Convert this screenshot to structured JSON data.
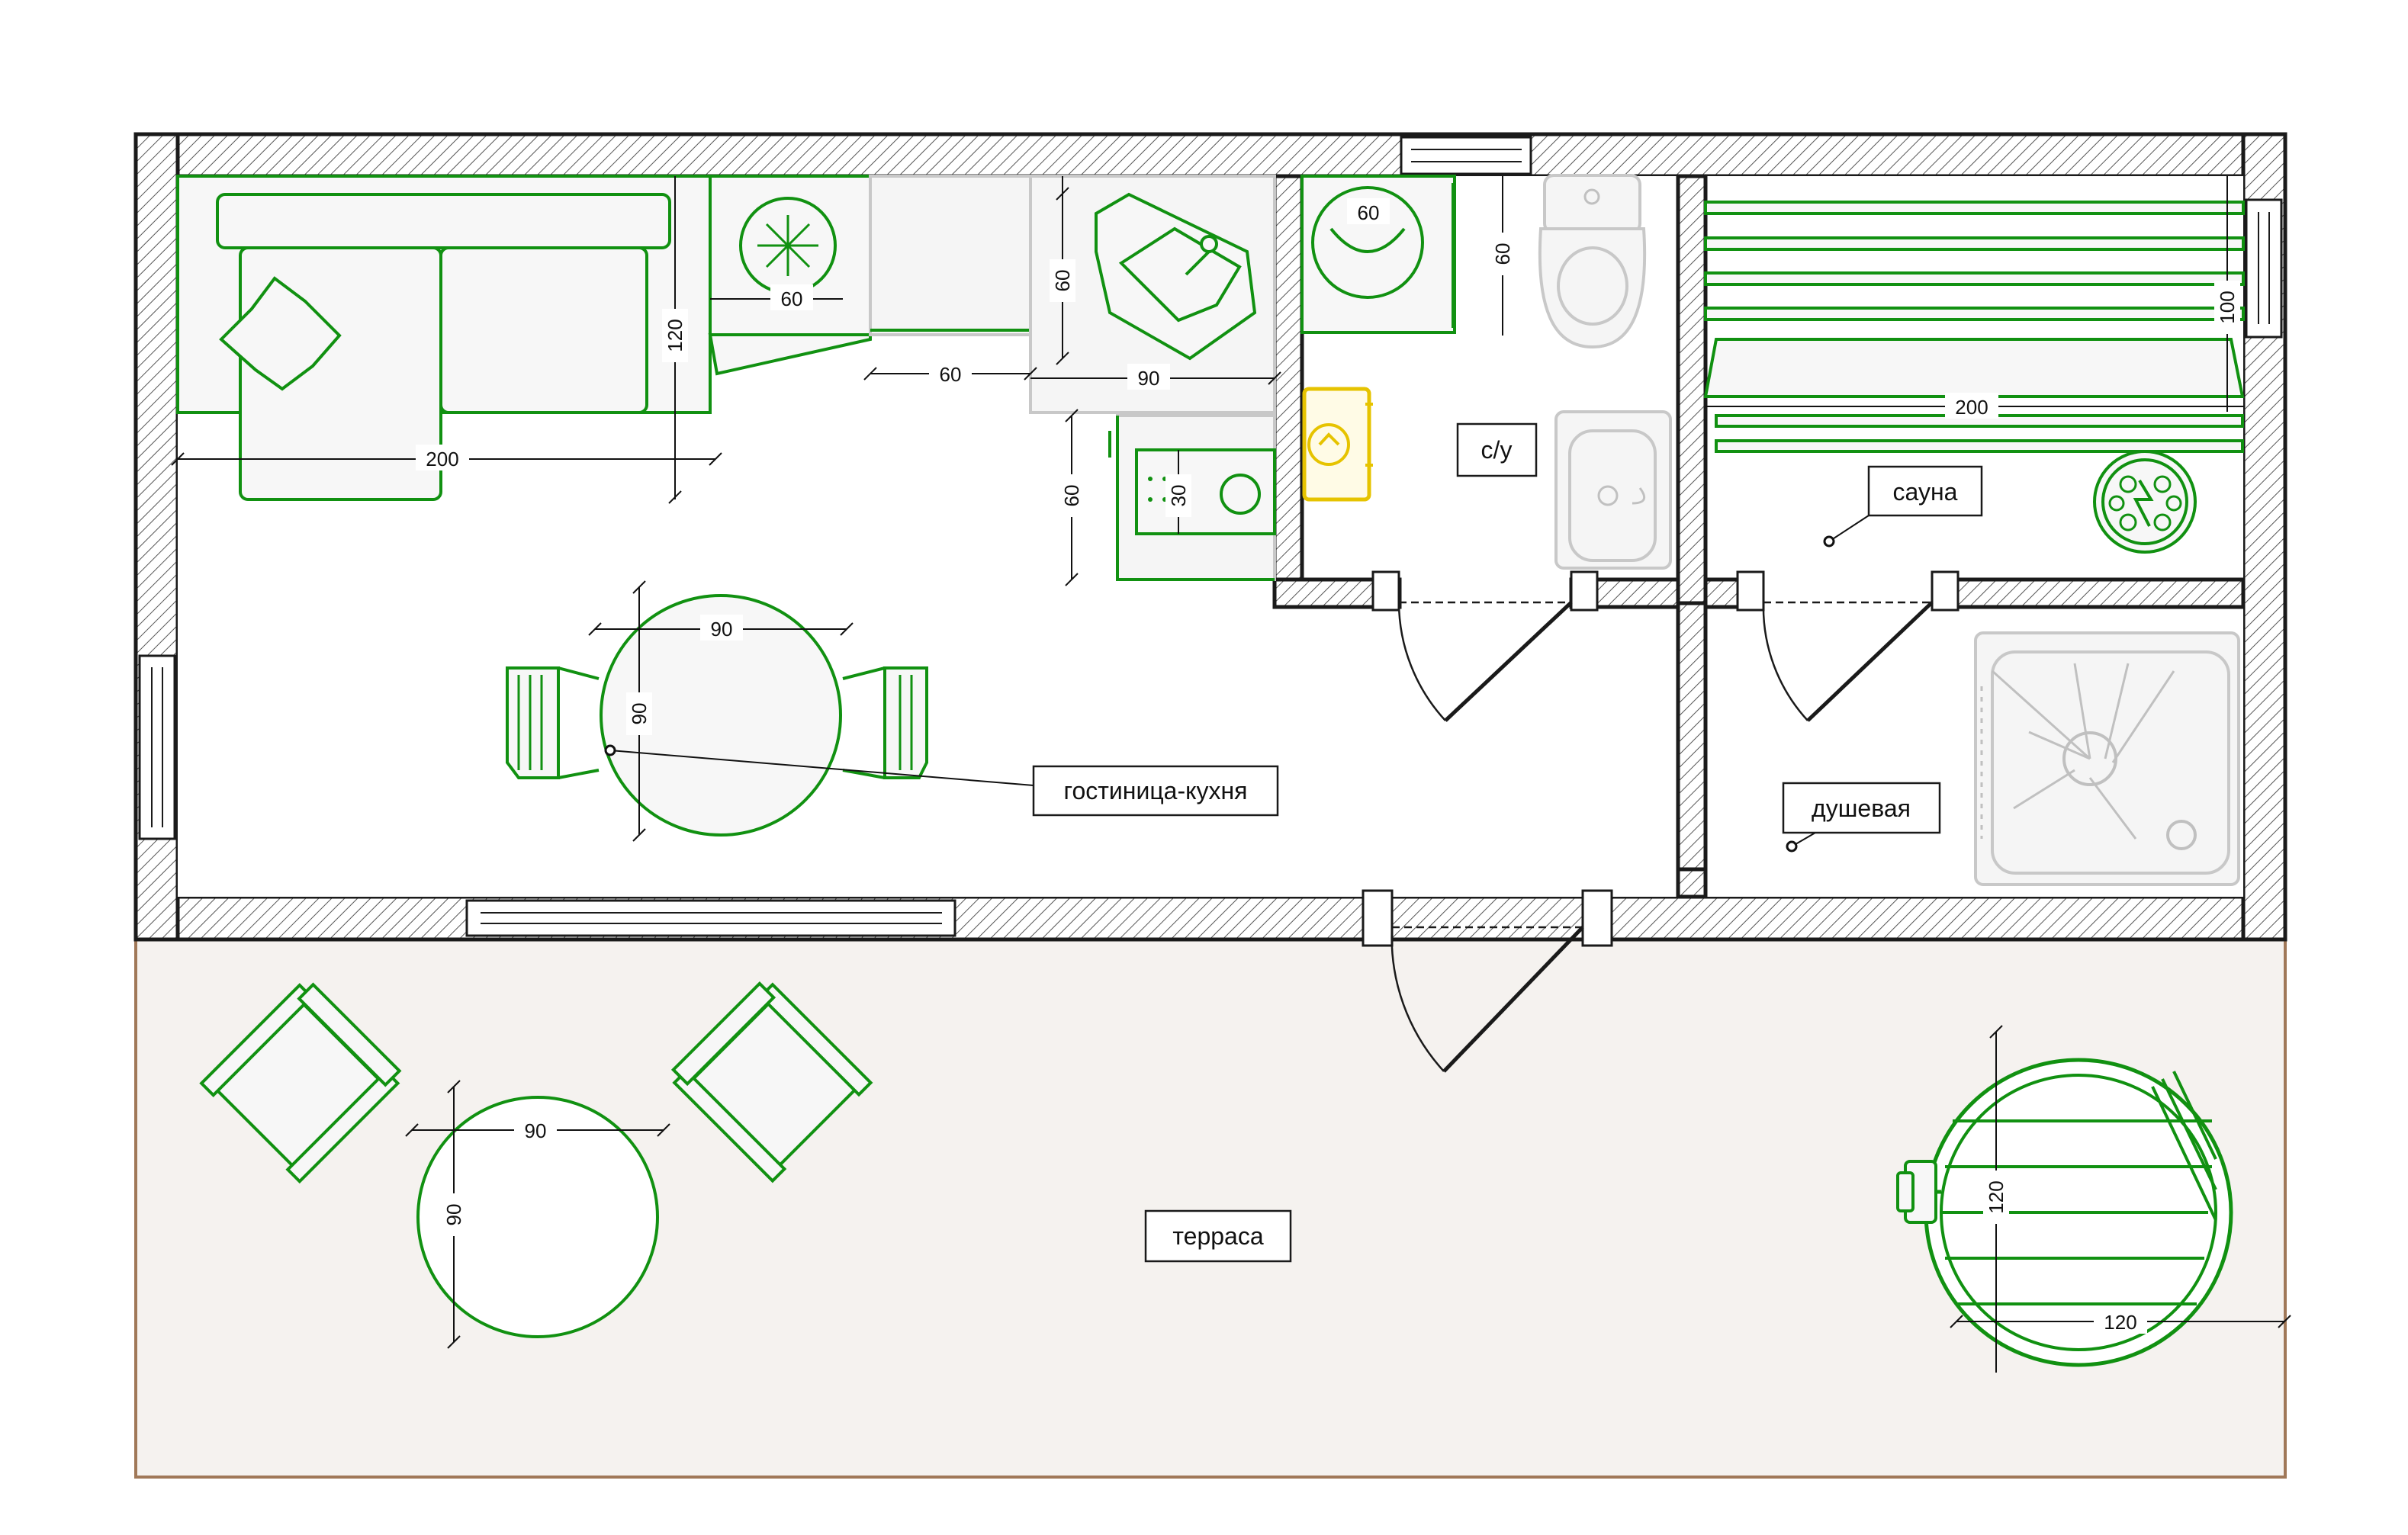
{
  "rooms": {
    "living": "гостиница-кухня",
    "wc": "с/у",
    "sauna": "сауна",
    "shower": "душевая",
    "terrace": "терраса"
  },
  "dimensions": {
    "sofa_width": "200",
    "sofa_depth": "120",
    "fridge_width": "60",
    "counter_depth_top": "60",
    "counter_len": "60",
    "corner_len": "90",
    "stove_depth": "60",
    "sink_dia": "30",
    "washer_width": "60",
    "toilet_depth": "60",
    "table_width": "90",
    "table_depth": "90",
    "bench_depth": "100",
    "bench_width": "200",
    "terrace_table_width": "90",
    "terrace_table_depth": "90",
    "tub_width": "120",
    "tub_depth": "120"
  },
  "colors": {
    "furniture": "#119111",
    "boiler": "#e6c300",
    "sanitary": "#c0c0c0",
    "terrace": "#f5f2ef",
    "terrace_edge": "#a07858",
    "wall": "#1a1a1a"
  },
  "icons": [
    "snowflake-icon",
    "lightning-icon",
    "sink-icon",
    "washer-icon",
    "toilet-icon",
    "shower-icon",
    "boiler-icon"
  ]
}
